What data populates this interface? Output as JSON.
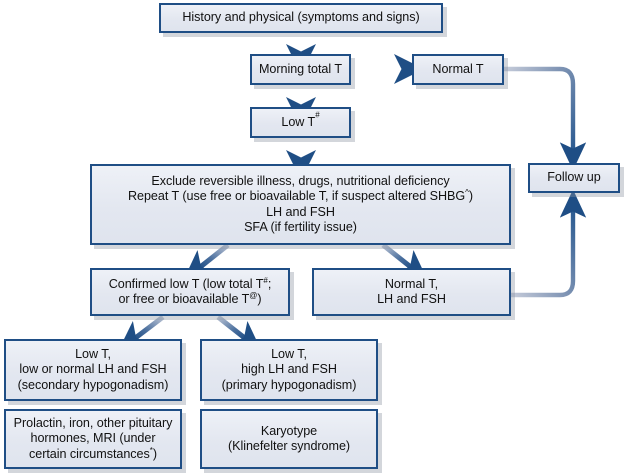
{
  "diagram": {
    "title": "Diagnostic flowchart for male hypogonadism evaluation",
    "colors": {
      "box_border": "#1F4E85",
      "box_fill_top": "#eef1f7",
      "box_fill_bottom": "#dfe4ee",
      "arrow_dark": "#1F4E85",
      "arrow_light": "#aab4c6",
      "shadow": "#8c94a0",
      "text": "#111111",
      "background": "#ffffff"
    },
    "nodes": [
      {
        "id": "history",
        "name": "history-and-physical-box",
        "lines": [
          "History and physical (symptoms and signs)"
        ]
      },
      {
        "id": "morning_total_t",
        "name": "morning-total-t-box",
        "lines": [
          "Morning total T"
        ]
      },
      {
        "id": "normal_t",
        "name": "normal-t-box",
        "lines": [
          "Normal T"
        ]
      },
      {
        "id": "low_t",
        "name": "low-t-box",
        "lines": [
          "Low T"
        ],
        "superscript": "#"
      },
      {
        "id": "exclude",
        "name": "exclude-reversible-illness-box",
        "lines": [
          "Exclude reversible illness, drugs, nutritional deficiency",
          "Repeat T (use free or bioavailable T, if suspect altered SHBG^)",
          "LH and FSH",
          "SFA (if fertility issue)"
        ]
      },
      {
        "id": "follow_up",
        "name": "follow-up-box",
        "lines": [
          "Follow up"
        ]
      },
      {
        "id": "confirmed_low_t",
        "name": "confirmed-low-t-box",
        "lines": [
          "Confirmed low T (low total T#;",
          "or free or bioavailable T@)"
        ]
      },
      {
        "id": "normal_t_lh_fsh",
        "name": "normal-t-lh-and-fsh-box",
        "lines": [
          "Normal T,",
          "LH and FSH"
        ]
      },
      {
        "id": "secondary",
        "name": "secondary-hypogonadism-box",
        "lines": [
          "Low T,",
          "low or normal LH and FSH",
          "(secondary hypogonadism)"
        ]
      },
      {
        "id": "primary",
        "name": "primary-hypogonadism-box",
        "lines": [
          "Low T,",
          "high LH and FSH",
          "(primary hypogonadism)"
        ]
      },
      {
        "id": "prolactin",
        "name": "prolactin-iron-pituitary-mri-box",
        "lines": [
          "Prolactin, iron, other pituitary",
          "hormones, MRI (under",
          "certain circumstances*)"
        ]
      },
      {
        "id": "karyotype",
        "name": "karyotype-box",
        "lines": [
          "Karyotype",
          "(Klinefelter syndrome)"
        ]
      }
    ],
    "edges": [
      {
        "from": "history",
        "to": "morning_total_t",
        "style": "vertical-arrow"
      },
      {
        "from": "morning_total_t",
        "to": "normal_t",
        "style": "horizontal-arrow"
      },
      {
        "from": "morning_total_t",
        "to": "low_t",
        "style": "vertical-arrow"
      },
      {
        "from": "low_t",
        "to": "exclude",
        "style": "vertical-arrow"
      },
      {
        "from": "normal_t",
        "to": "follow_up",
        "style": "elbow-arrow-down"
      },
      {
        "from": "exclude",
        "to": "confirmed_low_t",
        "style": "diagonal-arrow-left"
      },
      {
        "from": "exclude",
        "to": "normal_t_lh_fsh",
        "style": "diagonal-arrow-right"
      },
      {
        "from": "normal_t_lh_fsh",
        "to": "follow_up",
        "style": "elbow-arrow-up"
      },
      {
        "from": "confirmed_low_t",
        "to": "secondary",
        "style": "diagonal-arrow-left"
      },
      {
        "from": "confirmed_low_t",
        "to": "primary",
        "style": "diagonal-arrow-right"
      }
    ]
  }
}
